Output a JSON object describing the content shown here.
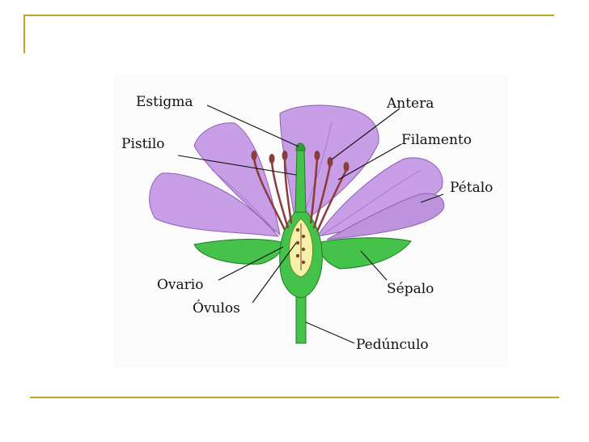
{
  "diagram": {
    "labels": {
      "estigma": "Estigma",
      "antera": "Antera",
      "pistilo": "Pistilo",
      "filamento": "Filamento",
      "petalo": "Pétalo",
      "ovario": "Ovario",
      "ovulos": "Óvulos",
      "sepalo": "Sépalo",
      "pedunculo": "Pedúnculo"
    }
  },
  "colors": {
    "accent_rule": "#c9a227",
    "petal": "#c89ee6",
    "petal_edge": "#8f5fb3",
    "sepal": "#45c24a",
    "sepal_edge": "#1d7a23",
    "stamen": "#8a3b3b",
    "ovary_inner": "#f4f2a6"
  }
}
